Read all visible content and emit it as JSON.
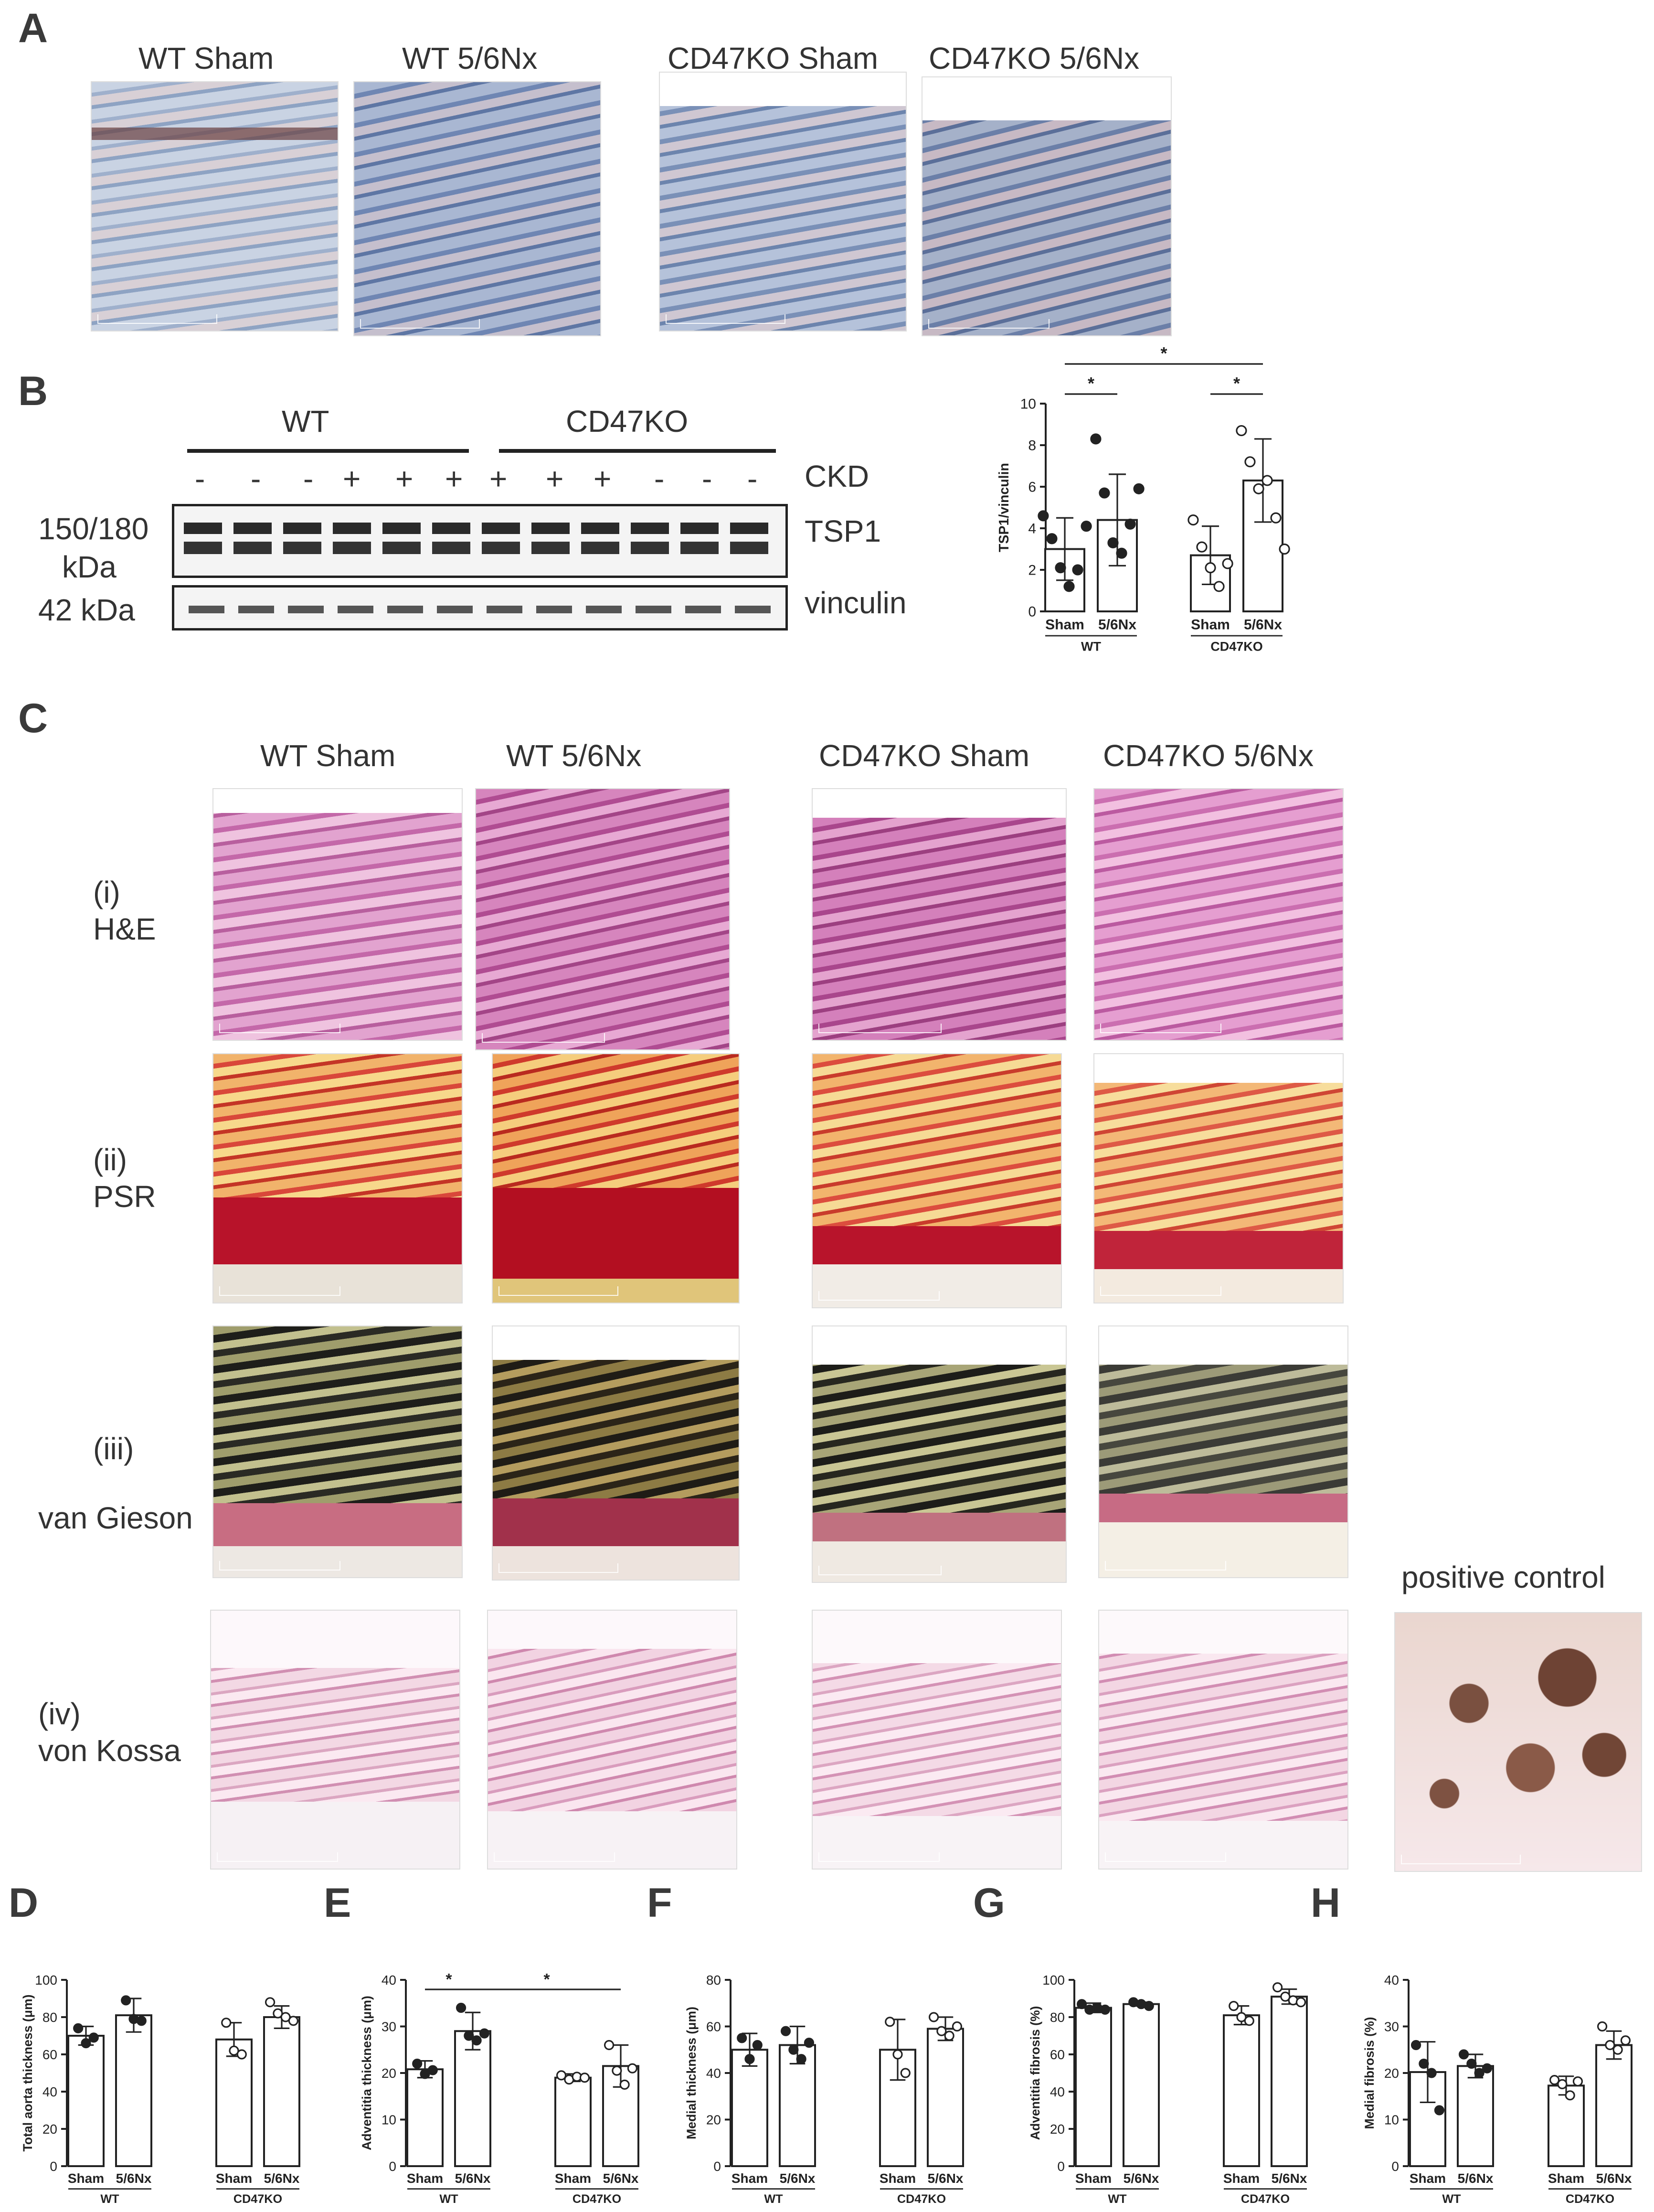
{
  "panels": {
    "A": {
      "letter": "A",
      "conditions": [
        "WT Sham",
        "WT 5/6Nx",
        "CD47KO Sham",
        "CD47KO 5/6Nx"
      ]
    },
    "B": {
      "letter": "B",
      "groups": [
        "WT",
        "CD47KO"
      ],
      "ckd_signs": [
        "-",
        "-",
        "-",
        "+",
        "+",
        "+",
        "+",
        "+",
        "+",
        "-",
        "-",
        "-"
      ],
      "ckd_label": "CKD",
      "band_labels": [
        "TSP1",
        "vinculin"
      ],
      "mw_labels": [
        "150/180",
        "kDa",
        "42 kDa"
      ]
    },
    "C": {
      "letter": "C",
      "conditions": [
        "WT Sham",
        "WT 5/6Nx",
        "CD47KO Sham",
        "CD47KO 5/6Nx"
      ],
      "rows": [
        {
          "index": "(i)",
          "stain": "H&E"
        },
        {
          "index": "(ii)",
          "stain": "PSR"
        },
        {
          "index": "(iii)",
          "stain": "van Gieson"
        },
        {
          "index": "(iv)",
          "stain": "von Kossa"
        }
      ],
      "positive_control": "positive control"
    }
  },
  "colors": {
    "he": "#c873b4",
    "psr": "#c8392f",
    "vg": "#3a3a2e",
    "vk": "#f2d7e2",
    "ihc": "#8096b8",
    "bar_fill": "#ffffff",
    "axis": "#222222"
  },
  "chart_data": [
    {
      "id": "B",
      "type": "bar",
      "ylabel": "TSP1/vinculin",
      "ylim": [
        0,
        10
      ],
      "yticks": [
        0,
        2,
        4,
        6,
        8,
        10
      ],
      "categories": [
        "Sham",
        "5/6Nx",
        "Sham",
        "5/6Nx"
      ],
      "groups": [
        "WT",
        "CD47KO"
      ],
      "values": [
        3.0,
        4.4,
        2.7,
        6.3
      ],
      "errors": [
        1.5,
        2.2,
        1.4,
        2.0
      ],
      "points": [
        [
          4.6,
          3.5,
          2.1,
          1.2,
          2.0,
          4.1
        ],
        [
          8.3,
          5.7,
          3.3,
          2.8,
          4.2,
          5.9
        ],
        [
          4.4,
          3.1,
          2.1,
          1.2,
          2.3
        ],
        [
          8.7,
          7.2,
          5.9,
          6.3,
          4.5,
          3.0
        ]
      ],
      "filled": [
        true,
        true,
        false,
        false
      ],
      "significance": [
        [
          "Sham",
          "5/6Nx",
          "*"
        ],
        [
          "Sham",
          "5/6Nx",
          "*"
        ],
        [
          "Sham",
          "5/6Nx",
          "*"
        ]
      ]
    },
    {
      "id": "D",
      "letter": "D",
      "type": "bar",
      "ylabel": "Total aorta thickness (μm)",
      "ylim": [
        0,
        100
      ],
      "yticks": [
        0,
        20,
        40,
        60,
        80,
        100
      ],
      "categories": [
        "Sham",
        "5/6Nx",
        "Sham",
        "5/6Nx"
      ],
      "groups": [
        "WT",
        "CD47KO"
      ],
      "values": [
        70,
        81,
        68,
        80
      ],
      "errors": [
        5,
        9,
        9,
        6
      ],
      "points": [
        [
          74,
          66,
          69
        ],
        [
          89,
          79,
          78
        ],
        [
          77,
          62,
          60
        ],
        [
          88,
          82,
          80,
          78
        ]
      ],
      "filled": [
        true,
        true,
        false,
        false
      ]
    },
    {
      "id": "E",
      "letter": "E",
      "type": "bar",
      "ylabel": "Adventitia thickness (μm)",
      "ylim": [
        0,
        40
      ],
      "yticks": [
        0,
        10,
        20,
        30,
        40
      ],
      "categories": [
        "Sham",
        "5/6Nx",
        "Sham",
        "5/6Nx"
      ],
      "groups": [
        "WT",
        "CD47KO"
      ],
      "values": [
        20.8,
        29,
        19,
        21.5
      ],
      "errors": [
        1.8,
        4,
        0.8,
        4.5
      ],
      "points": [
        [
          22,
          19.8,
          20.6
        ],
        [
          34,
          28,
          27,
          28.5
        ],
        [
          19.5,
          18.6,
          19.2,
          19.0
        ],
        [
          26,
          20.5,
          17.5,
          21.0
        ]
      ],
      "filled": [
        true,
        true,
        false,
        false
      ],
      "significance": [
        [
          "Sham",
          "5/6Nx",
          "*"
        ],
        [
          "5/6Nx",
          "Sham",
          "*"
        ]
      ]
    },
    {
      "id": "F",
      "letter": "F",
      "type": "bar",
      "ylabel": "Medial thickness (μm)",
      "ylim": [
        0,
        80
      ],
      "yticks": [
        0,
        20,
        40,
        60,
        80
      ],
      "categories": [
        "Sham",
        "5/6Nx",
        "Sham",
        "5/6Nx"
      ],
      "groups": [
        "WT",
        "CD47KO"
      ],
      "values": [
        50,
        52,
        50,
        59
      ],
      "errors": [
        7,
        8,
        13,
        5
      ],
      "points": [
        [
          55,
          46,
          52
        ],
        [
          58,
          50,
          46,
          53
        ],
        [
          62,
          48,
          40
        ],
        [
          64,
          58,
          56,
          60
        ]
      ],
      "filled": [
        true,
        true,
        false,
        false
      ]
    },
    {
      "id": "G",
      "letter": "G",
      "type": "bar",
      "ylabel": "Adventitia fibrosis (%)",
      "ylim": [
        0,
        100
      ],
      "yticks": [
        0,
        20,
        40,
        60,
        80,
        100
      ],
      "categories": [
        "Sham",
        "5/6Nx",
        "Sham",
        "5/6Nx"
      ],
      "groups": [
        "WT",
        "CD47KO"
      ],
      "values": [
        85,
        87,
        81,
        91
      ],
      "errors": [
        2.5,
        1.0,
        5,
        4
      ],
      "points": [
        [
          87,
          84,
          85,
          84
        ],
        [
          88,
          87,
          86
        ],
        [
          86,
          80,
          78
        ],
        [
          96,
          91,
          89,
          88
        ]
      ],
      "filled": [
        true,
        true,
        false,
        false
      ]
    },
    {
      "id": "H",
      "letter": "H",
      "type": "bar",
      "ylabel": "Medial fibrosis (%)",
      "ylim": [
        0,
        40
      ],
      "yticks": [
        0,
        10,
        20,
        30,
        40
      ],
      "categories": [
        "Sham",
        "5/6Nx",
        "Sham",
        "5/6Nx"
      ],
      "groups": [
        "WT",
        "CD47KO"
      ],
      "values": [
        20.2,
        21.5,
        17.3,
        26
      ],
      "errors": [
        6.5,
        2.5,
        2,
        3
      ],
      "points": [
        [
          26,
          22,
          20,
          12
        ],
        [
          24,
          22,
          20,
          21
        ],
        [
          18.5,
          17.6,
          15.2,
          18.2
        ],
        [
          30,
          26,
          25,
          27
        ]
      ],
      "filled": [
        true,
        true,
        false,
        false
      ]
    }
  ]
}
